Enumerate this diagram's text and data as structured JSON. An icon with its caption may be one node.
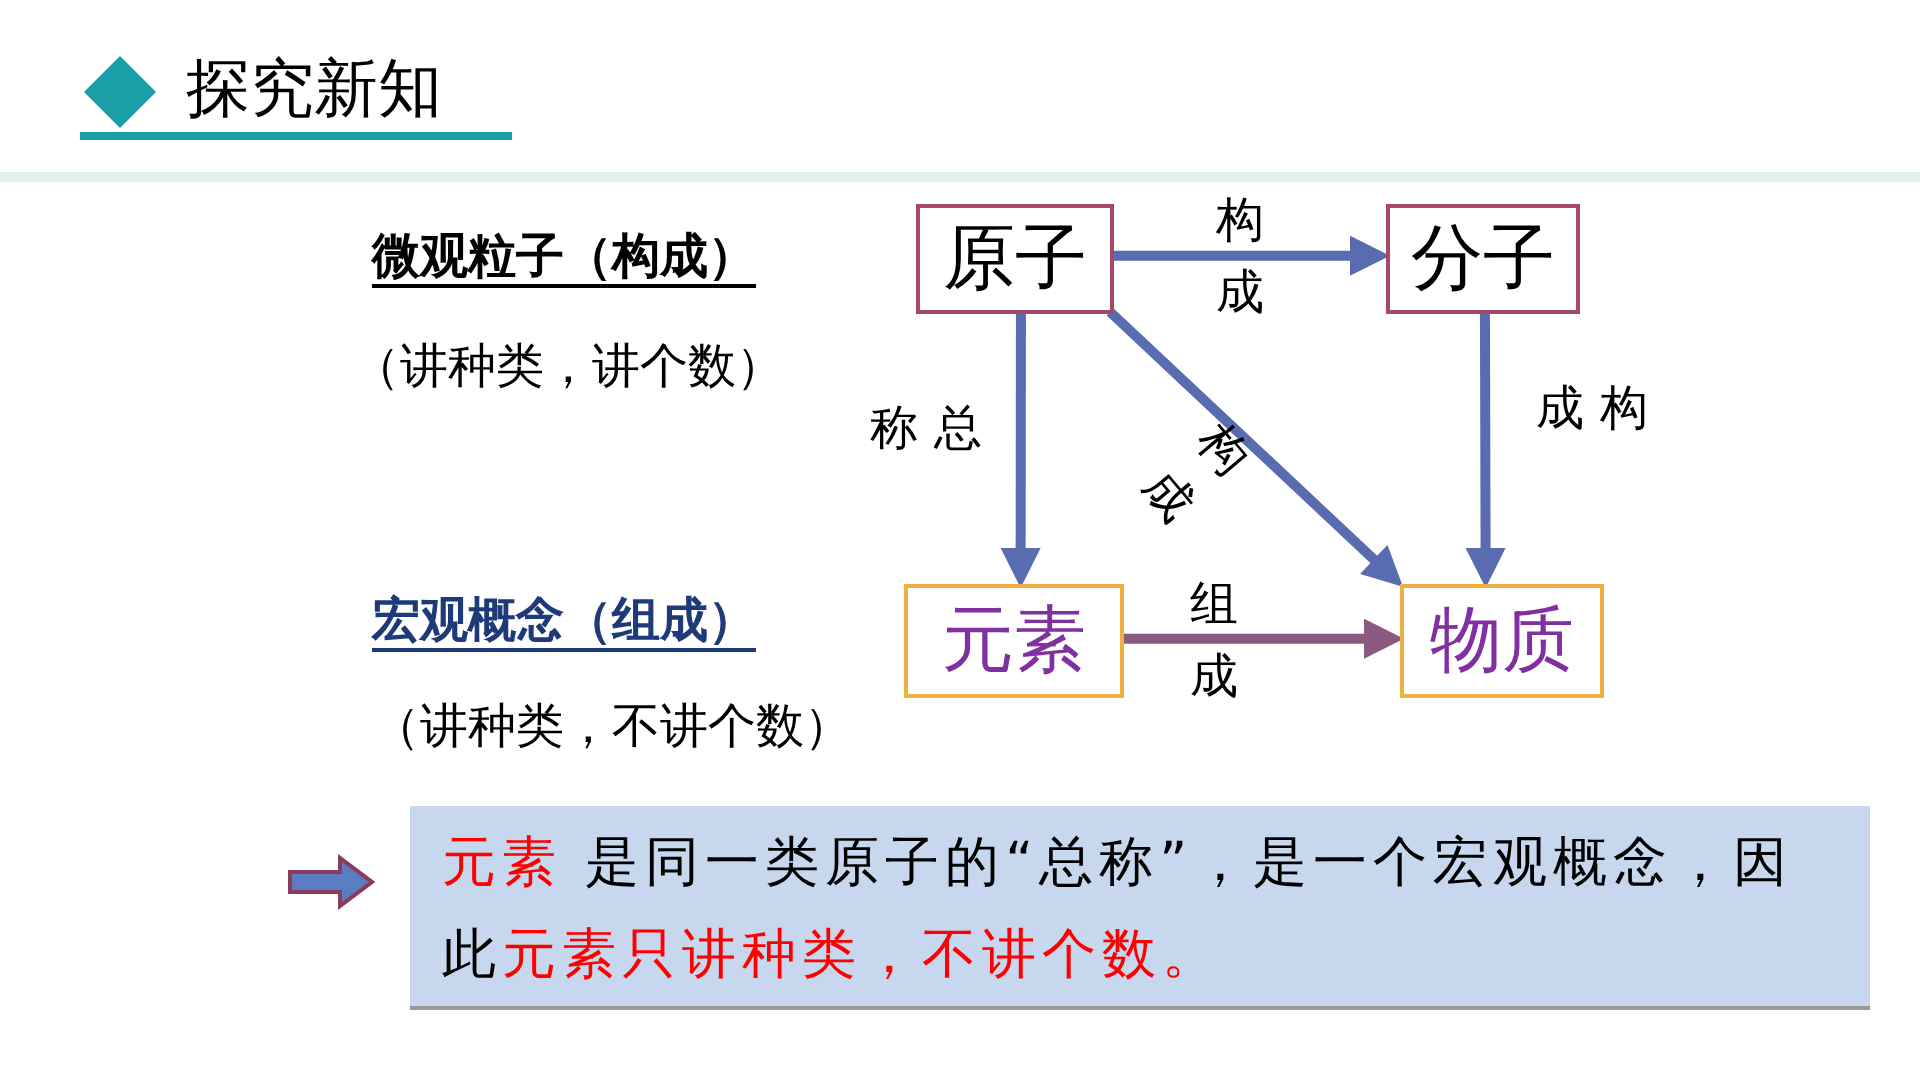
{
  "diagram": {
    "title": "探究新知",
    "nodes": [
      {
        "text": [
          "原子"
        ]
      },
      {
        "text": [
          "分子"
        ]
      },
      {
        "text": [
          "元素"
        ]
      },
      {
        "text": [
          "物质"
        ]
      },
      {
        "text": [
          "**元素** 是同一类原子的“总称”，是一个宏观概念，因此**元素只讲种类，不讲个数。**"
        ]
      }
    ],
    "edges": [
      {
        "from": 0,
        "to": 1,
        "arrow": "to",
        "label": "构成"
      },
      {
        "from": 0,
        "to": 2,
        "arrow": "to",
        "label": "称 总"
      },
      {
        "from": 0,
        "to": 3,
        "arrow": "to",
        "label": "构成"
      },
      {
        "from": 1,
        "to": 3,
        "arrow": "to",
        "label": "成 构"
      },
      {
        "from": 2,
        "to": 3,
        "arrow": "to",
        "label": "组成",
        "color": "#8a5a80"
      },
      {
        "from": null,
        "to": 4,
        "arrow": "to"
      }
    ],
    "labels": [
      "微观粒子（构成）",
      "（讲种类，讲个数）",
      "宏观概念（组成）",
      "（讲种类，不讲个数）"
    ]
  }
}
